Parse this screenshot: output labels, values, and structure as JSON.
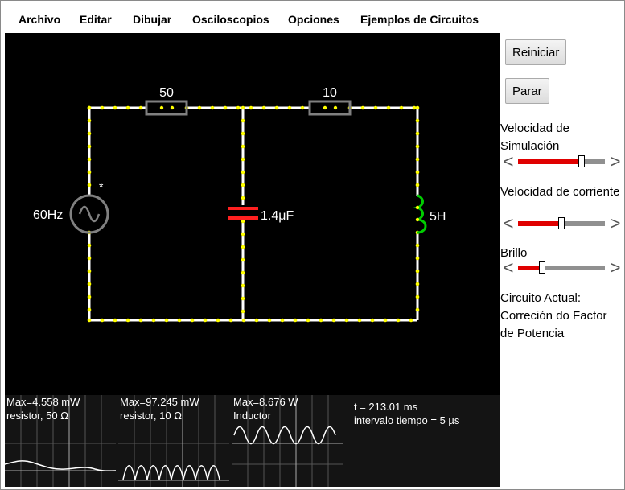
{
  "menu": [
    "Archivo",
    "Editar",
    "Dibujar",
    "Osciloscopios",
    "Opciones",
    "Ejemplos de Circuitos"
  ],
  "circuit": {
    "resistor1_label": "50",
    "resistor2_label": "10",
    "source_label": "60Hz",
    "source_marker": "*",
    "capacitor_label": "1.4μF",
    "inductor_label": "5H"
  },
  "scopes": [
    {
      "line1": "Max=4.558 mW",
      "line2": "resistor, 50 Ω"
    },
    {
      "line1": "Max=97.245 mW",
      "line2": "resistor, 10 Ω"
    },
    {
      "line1": "Max=8.676 W",
      "line2": "Inductor"
    }
  ],
  "info": {
    "time": "t = 213.01 ms",
    "interval": "intervalo tiempo = 5 µs"
  },
  "sidebar": {
    "reset_label": "Reiniciar",
    "stop_label": "Parar",
    "sim_speed_label": "Velocidad de Simulación",
    "current_speed_label": "Velocidad de corriente",
    "brightness_label": "Brillo",
    "circuit_label": "Circuito Actual: Correción do Factor de Potencia",
    "sim_speed_value": 0.73,
    "current_speed_value": 0.5,
    "brightness_value": 0.28
  },
  "colors": {
    "wire": "#ffffff",
    "current_dot": "#ffff00",
    "component": "#808080",
    "capacitor": "#ff2020",
    "inductor": "#00cc00",
    "slider_fill": "#e00000"
  }
}
